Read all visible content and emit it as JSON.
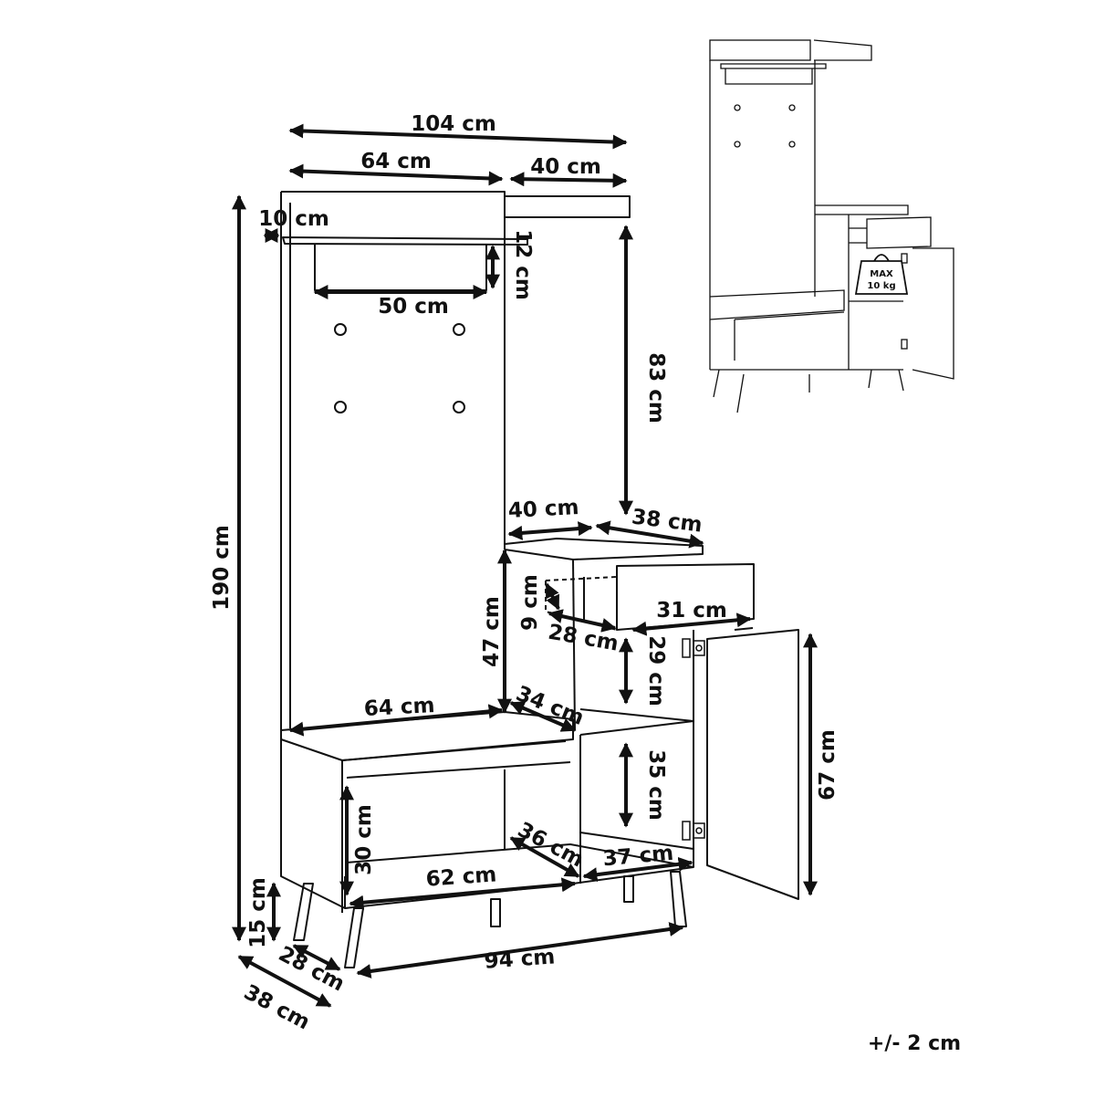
{
  "diagram": {
    "dimensions": {
      "total_width": "104 cm",
      "coat_section_width": "64 cm",
      "side_section_width": "40 cm",
      "rail_offset": "10 cm",
      "rail_height": "12 cm",
      "rail_width": "50 cm",
      "upper_side_height": "83 cm",
      "total_height": "190 cm",
      "top_cab_width": "40 cm",
      "top_cab_depth": "38 cm",
      "cab_height": "47 cm",
      "drawer_height": "9 cm",
      "drawer_width": "31 cm",
      "drawer_depth": "28 cm",
      "upper_compartment_height": "29 cm",
      "bench_width": "64 cm",
      "bench_depth": "34 cm",
      "lower_compartment_height": "35 cm",
      "door_height": "67 cm",
      "open_shelf_height": "30 cm",
      "open_shelf_depth": "36 cm",
      "compartment_width": "37 cm",
      "open_shelf_width": "62 cm",
      "leg_height": "15 cm",
      "inner_depth": "28 cm",
      "base_width": "94 cm",
      "overall_depth": "38 cm"
    },
    "max_load": {
      "line1": "MAX",
      "line2": "10 kg"
    },
    "tolerance": "+/- 2 cm"
  }
}
